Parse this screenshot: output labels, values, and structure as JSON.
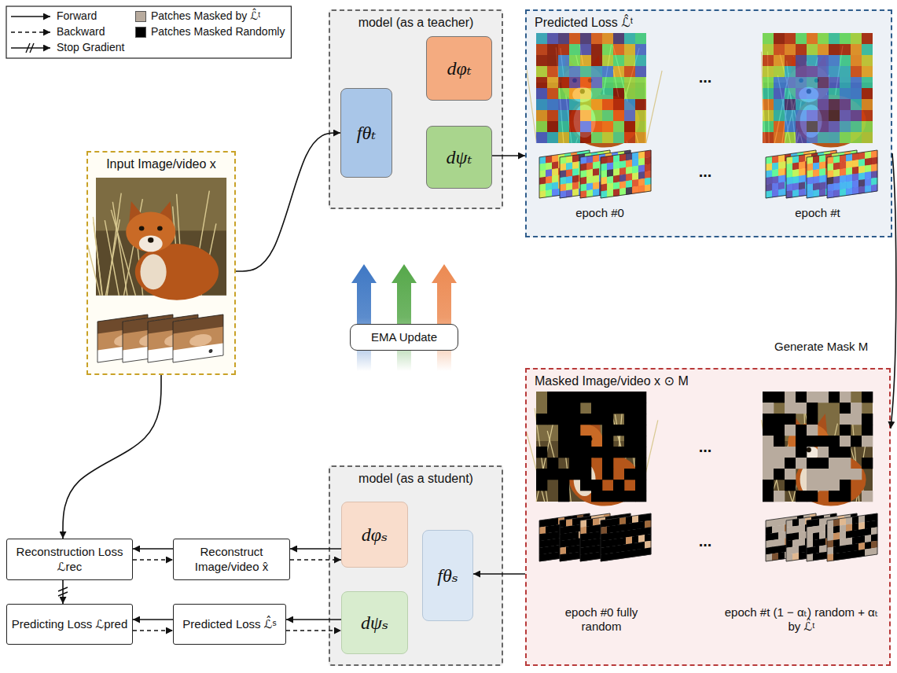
{
  "diagram": {
    "nodes": [
      {
        "text": [
          "Input Image/video x"
        ]
      },
      {
        "text": [
          "model (as a teacher)"
        ]
      },
      {
        "text": [
          "fθₜ"
        ],
        "in": 1
      },
      {
        "text": [
          "dφₜ"
        ],
        "in": 1
      },
      {
        "text": [
          "dψₜ"
        ],
        "in": 1
      },
      {
        "text": [
          "Predicted Loss ℒ̂ᵗ"
        ]
      },
      {
        "text": [
          "EMA Update"
        ]
      },
      {
        "text": [
          "Masked Image/video x ⊙ M"
        ]
      },
      {
        "text": [
          "Reconstruction Loss ℒrec"
        ]
      },
      {
        "text": [
          "Reconstruct Image/video x̂"
        ]
      },
      {
        "text": [
          "Predicting Loss ℒpred"
        ]
      },
      {
        "text": [
          "Predicted Loss ℒ̂ˢ"
        ]
      },
      {
        "text": [
          "model (as a student)"
        ]
      },
      {
        "text": [
          "dφₛ"
        ],
        "in": 12
      },
      {
        "text": [
          "dψₛ"
        ],
        "in": 12
      },
      {
        "text": [
          "fθₛ"
        ],
        "in": 12
      }
    ],
    "edges": [
      {
        "from": 0,
        "to": 2,
        "arrow": "to"
      },
      {
        "from": 4,
        "to": 5,
        "arrow": "to"
      },
      {
        "from": 5,
        "to": 7,
        "label": "Generate Mask M",
        "arrow": "to"
      },
      {
        "from": 7,
        "to": 15,
        "arrow": "to"
      },
      {
        "from": 0,
        "to": 8,
        "arrow": "to"
      },
      {
        "from": 13,
        "to": 9,
        "arrow": "to"
      },
      {
        "from": 9,
        "to": 13,
        "arrow": "to"
      },
      {
        "from": 9,
        "to": 8,
        "arrow": "to"
      },
      {
        "from": 8,
        "to": 9,
        "arrow": "to"
      },
      {
        "from": 14,
        "to": 11,
        "arrow": "to"
      },
      {
        "from": 11,
        "to": 14,
        "arrow": "to"
      },
      {
        "from": 11,
        "to": 10,
        "arrow": "to"
      },
      {
        "from": 10,
        "to": 11,
        "arrow": "to"
      },
      {
        "from": 8,
        "to": 10,
        "arrow": "to"
      }
    ],
    "labels": [
      "...",
      "...",
      "epoch #0",
      "epoch #t",
      "...",
      "...",
      "epoch #0 fully random",
      "epoch #t (1 − αₜ) random + αₜ by ℒ̂ᵗ"
    ],
    "legend": [
      {
        "text": "Forward"
      },
      {
        "text": "Backward"
      },
      {
        "text": "Stop Gradient"
      },
      {
        "text": "Patches Masked by ℒ̂ᵗ",
        "color": "#b8ab9e"
      },
      {
        "text": "Patches Masked Randomly",
        "color": "#000000"
      }
    ]
  }
}
